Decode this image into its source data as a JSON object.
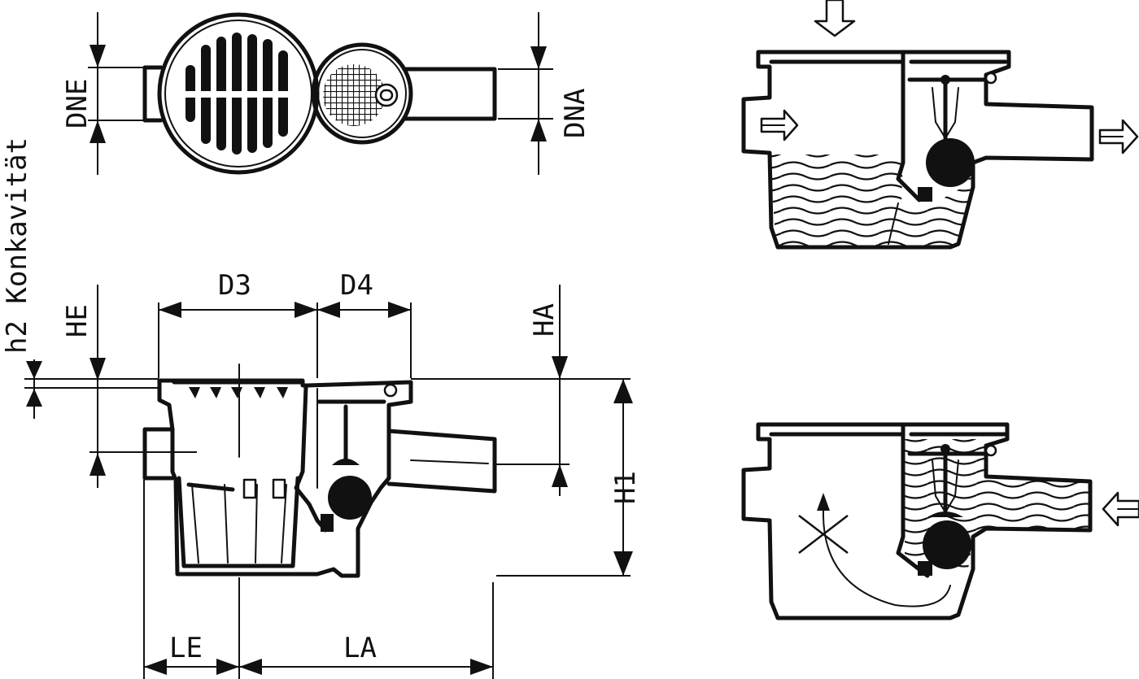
{
  "labels": {
    "konkavitaet": "h2 Konkavität",
    "dne": "DNE",
    "dna": "DNA",
    "he": "HE",
    "d3": "D3",
    "d4": "D4",
    "ha": "HA",
    "h1": "H1",
    "le": "LE",
    "la": "LA"
  },
  "colors": {
    "line": "#111111",
    "background": "#ffffff"
  },
  "icons": {
    "flow_arrow": "hollow-double-arrow",
    "blocked_flow": "x-mark-icon"
  }
}
